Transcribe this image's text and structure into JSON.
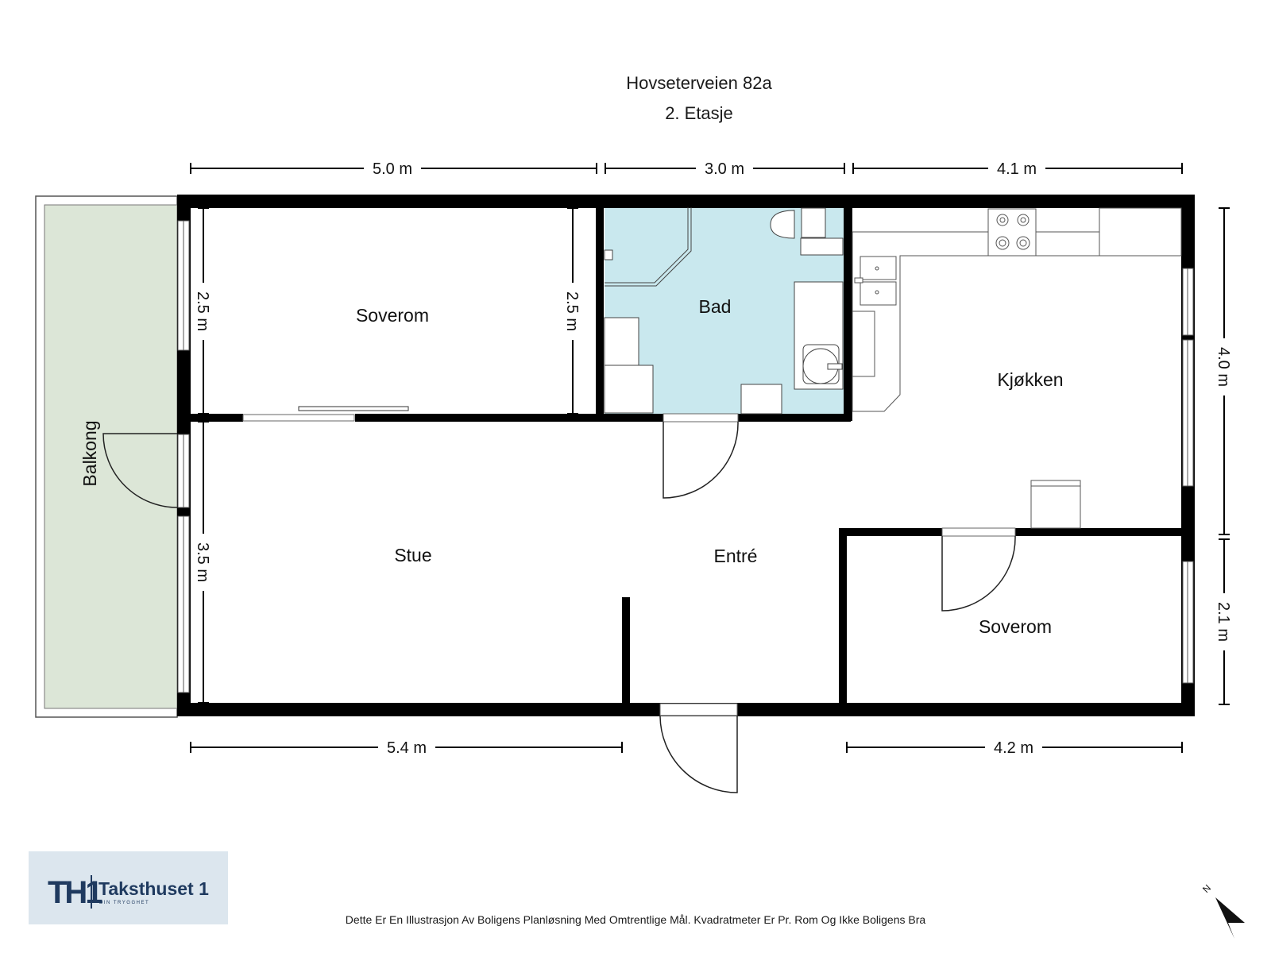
{
  "header": {
    "address": "Hovseterveien 82a",
    "floor": "2. Etasje"
  },
  "rooms": {
    "bedroom_top": "Soverom",
    "bathroom": "Bad",
    "kitchen": "Kjøkken",
    "balcony": "Balkong",
    "living_room": "Stue",
    "entrance": "Entré",
    "bedroom_bottom": "Soverom"
  },
  "dimensions": {
    "top_left": "5.0 m",
    "top_middle": "3.0 m",
    "top_right": "4.1 m",
    "bottom_left": "5.4 m",
    "bottom_right": "4.2 m",
    "left_upper": "2.5 m",
    "bedroom_inner": "2.5 m",
    "left_lower": "3.5 m",
    "right_upper": "4.0 m",
    "right_lower": "2.1 m"
  },
  "colors": {
    "wall": "#000000",
    "bathroom_fill": "#c9e8ee",
    "balcony_fill": "#dce6d7",
    "logo_background": "#dce6ee",
    "logo_text": "#1f3a5f"
  },
  "logo": {
    "mark": "TH1",
    "name": "Taksthuset 1",
    "tagline": "DIN TRYGGHET"
  },
  "compass": {
    "north_label": "N",
    "icon": "north-arrow-icon"
  },
  "footer": {
    "disclaimer": "Dette Er En Illustrasjon Av Boligens Planløsning Med Omtrentlige Mål. Kvadratmeter Er Pr. Rom Og Ikke Boligens Bra"
  }
}
